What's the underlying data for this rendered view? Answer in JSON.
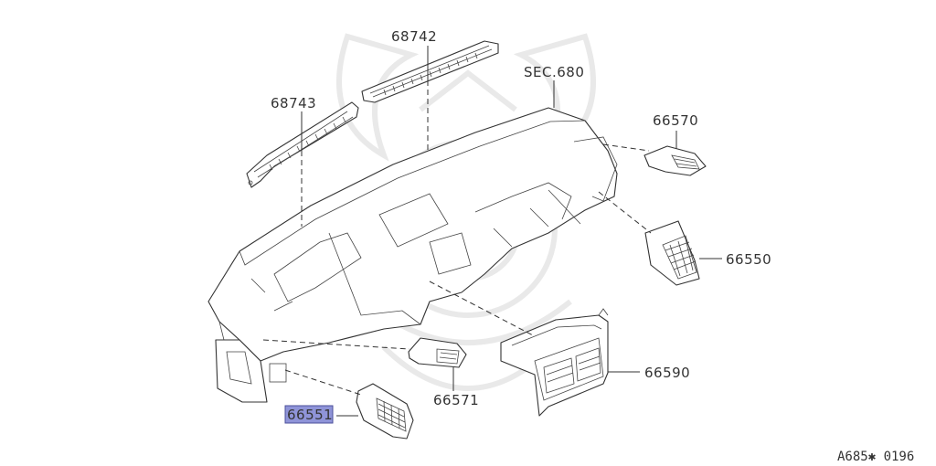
{
  "diagram": {
    "labels": {
      "p68742": "68742",
      "p68743": "68743",
      "sec": "SEC.680",
      "p66570": "66570",
      "p66550": "66550",
      "p66590": "66590",
      "p66571": "66571",
      "p66551": "66551"
    },
    "highlight_color": "#8f94d8",
    "diagram_code": "A685✱ 0196"
  }
}
